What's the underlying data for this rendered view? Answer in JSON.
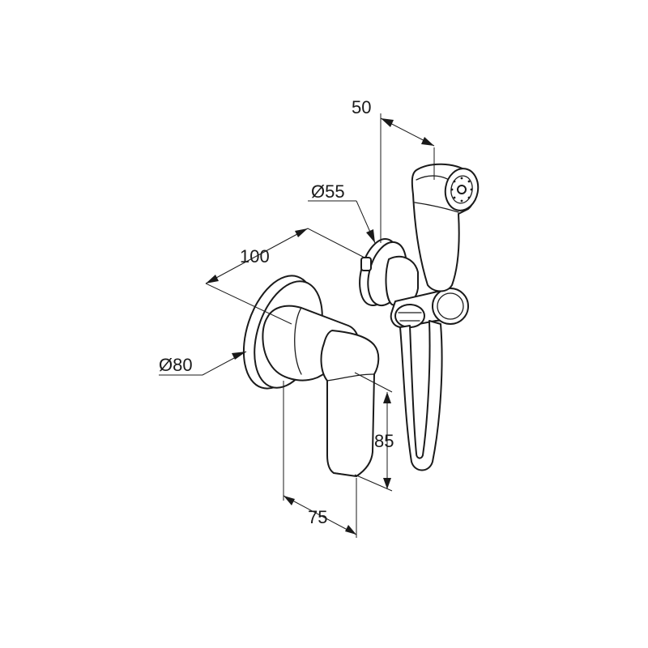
{
  "dimensions": {
    "dim_50": "50",
    "dim_d55": "Ø55",
    "dim_100": "100",
    "dim_d80": "Ø80",
    "dim_85": "85",
    "dim_75": "75"
  },
  "colors": {
    "line": "#1a1a1a",
    "background": "#ffffff"
  }
}
